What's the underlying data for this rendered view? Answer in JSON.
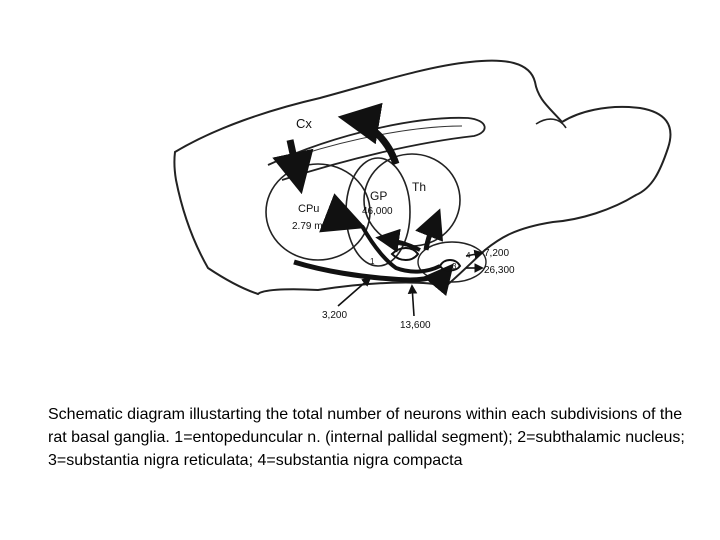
{
  "diagram": {
    "labels": {
      "cortex": "Cx",
      "caudate_putamen": "CPu",
      "caudate_putamen_count": "2.79 m",
      "globus_pallidus": "GP",
      "globus_pallidus_count": "46,000",
      "thalamus": "Th",
      "marker_1": "1",
      "marker_2": "2",
      "marker_3": "3",
      "marker_4": "4",
      "count_7200": "7,200",
      "count_26300": "26,300",
      "count_3200": "3,200",
      "count_13600": "13,600"
    }
  },
  "caption": "Schematic diagram illustarting the total number of neurons within each subdivisions of the rat basal ganglia. 1=entopeduncular n. (internal pallidal segment); 2=subthalamic nucleus; 3=substantia nigra reticulata; 4=substantia nigra compacta"
}
